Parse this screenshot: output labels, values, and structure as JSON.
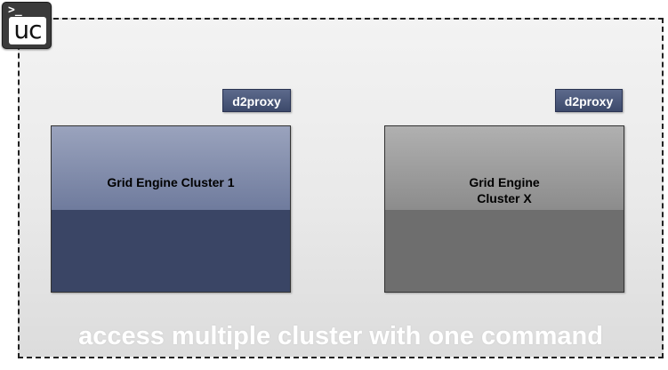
{
  "logo": {
    "prompt": ">_",
    "text": "uc"
  },
  "proxies": [
    {
      "label": "d2proxy"
    },
    {
      "label": "d2proxy"
    }
  ],
  "clusters": [
    {
      "label": "Grid Engine Cluster 1"
    },
    {
      "label": "Grid Engine Cluster X"
    }
  ],
  "caption": "access multiple cluster with one command",
  "colors": {
    "cluster_1_top": "#8a94b0",
    "cluster_1_bottom": "#3a4565",
    "cluster_x_top": "#a0a0a0",
    "cluster_x_bottom": "#6e6e6e",
    "proxy_badge": "#4a5778",
    "frame_border": "#222222"
  }
}
